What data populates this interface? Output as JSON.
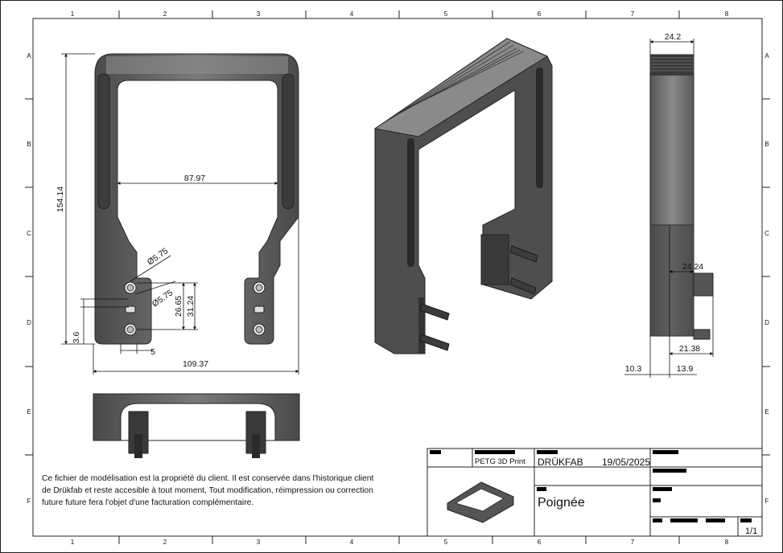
{
  "sheet": {
    "columns": [
      "1",
      "2",
      "3",
      "4",
      "5",
      "6",
      "7",
      "8"
    ],
    "rows": [
      "A",
      "B",
      "C",
      "D",
      "E",
      "F"
    ]
  },
  "dimensions": {
    "overall_height": "154.14",
    "inner_width": "87.97",
    "hole_diameter_small": "Ø5.75",
    "hole_diameter_large": "Ø5.75",
    "hole_spacing": "26.65",
    "hole_height": "31.24",
    "bottom_offset": "3.6",
    "hole_edge": "5",
    "overall_width": "109.37",
    "side_depth": "24.2",
    "side_mid": "24.24",
    "side_lower": "21.38",
    "side_left": "10.3",
    "side_right": "13.9"
  },
  "note": [
    "Ce fichier de modélisation est la propriété du client. Il est conservée dans l'historique client",
    "de Drükfab et reste accesible à tout moment, Tout modification, réimpression ou correction",
    "future future fera l'objet d'une facturation complémentaire."
  ],
  "title_block": {
    "material": "PETG 3D Print",
    "company": "DRÜKFAB",
    "date": "19/05/2025",
    "part_name": "Poignée",
    "sheet_number": "1/1"
  }
}
